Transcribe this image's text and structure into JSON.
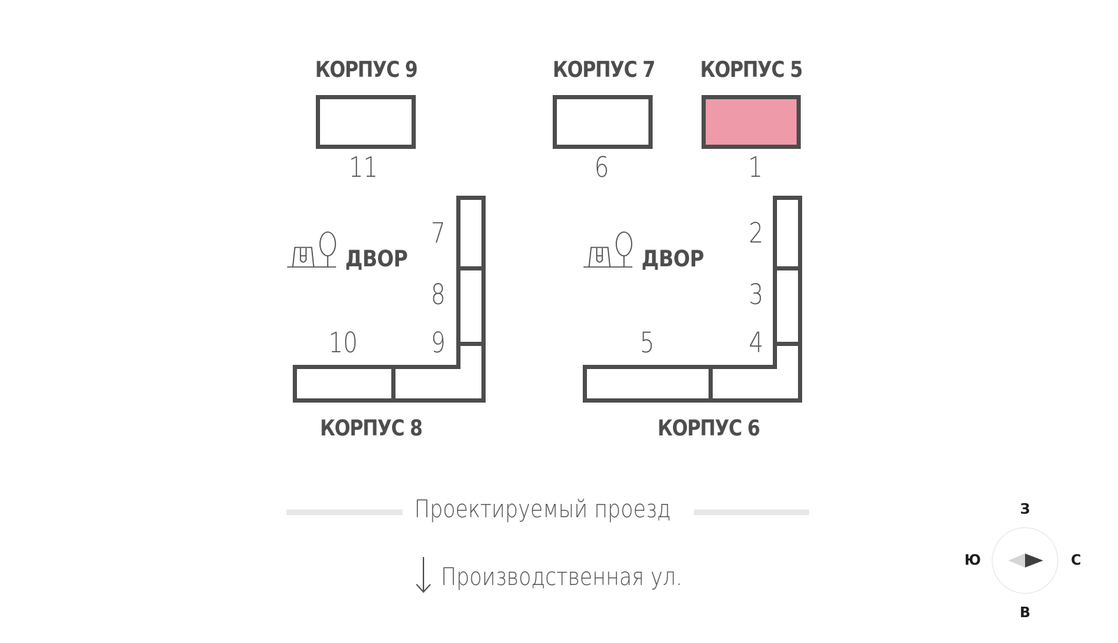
{
  "map": {
    "buildings": [
      {
        "id": "korpus-9",
        "label": "КОРПУС 9",
        "sections": [
          "11"
        ],
        "highlighted": false
      },
      {
        "id": "korpus-7",
        "label": "КОРПУС 7",
        "sections": [
          "6"
        ],
        "highlighted": false
      },
      {
        "id": "korpus-5",
        "label": "КОРПУС 5",
        "sections": [
          "1"
        ],
        "highlighted": true
      },
      {
        "id": "korpus-8",
        "label": "КОРПУС 8",
        "sections": [
          "7",
          "8",
          "9",
          "10"
        ],
        "highlighted": false
      },
      {
        "id": "korpus-6",
        "label": "КОРПУС 6",
        "sections": [
          "2",
          "3",
          "4",
          "5"
        ],
        "highlighted": false
      }
    ],
    "courtyards": [
      {
        "label": "ДВОР",
        "icon": "playground-tree-icon"
      },
      {
        "label": "ДВОР",
        "icon": "playground-tree-icon"
      }
    ],
    "streets": {
      "planned_passage": "Проектируемый проезд",
      "main_street": "Производственная ул.",
      "main_street_icon": "arrow-down-icon"
    },
    "compass": {
      "top": "З",
      "left": "Ю",
      "right": "С",
      "bottom": "В",
      "icon": "compass-needle-icon"
    },
    "colors": {
      "outline": "#4d4d4d",
      "highlight": "#ef9aa8",
      "street": "#e6e7e8",
      "compass_dark": "#3f3f3f",
      "compass_light": "#d5d5d5"
    }
  }
}
